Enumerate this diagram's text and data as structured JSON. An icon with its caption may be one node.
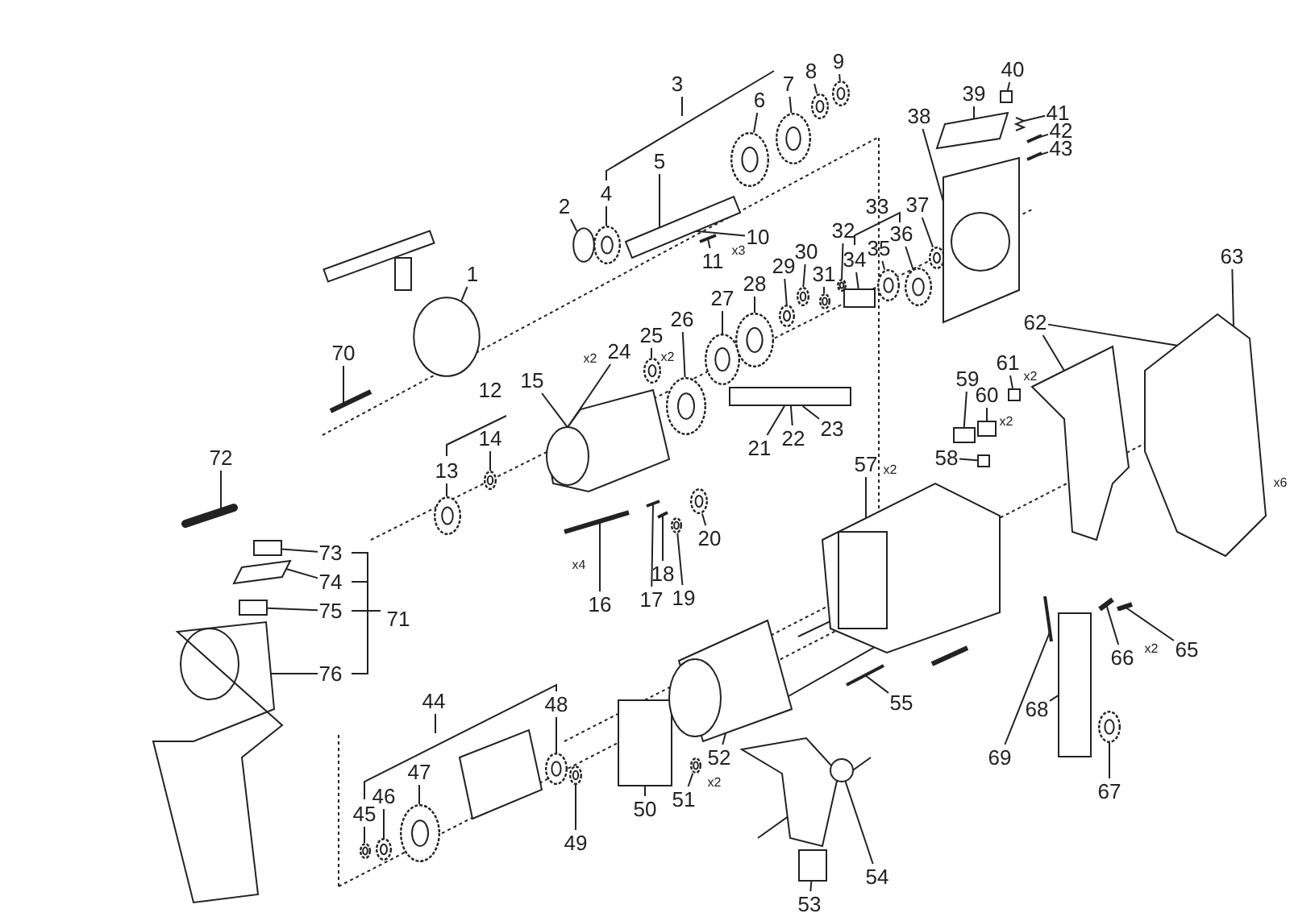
{
  "diagram": {
    "nodes": [
      {
        "text": [
          "1"
        ]
      },
      {
        "text": [
          "2"
        ]
      },
      {
        "text": [
          "3"
        ]
      },
      {
        "text": [
          "4"
        ]
      },
      {
        "text": [
          "5"
        ]
      },
      {
        "text": [
          "6"
        ]
      },
      {
        "text": [
          "7"
        ]
      },
      {
        "text": [
          "8"
        ]
      },
      {
        "text": [
          "9"
        ]
      },
      {
        "text": [
          "10"
        ]
      },
      {
        "text": [
          "11"
        ]
      },
      {
        "text": [
          "12"
        ]
      },
      {
        "text": [
          "13"
        ]
      },
      {
        "text": [
          "14"
        ]
      },
      {
        "text": [
          "15"
        ]
      },
      {
        "text": [
          "16"
        ]
      },
      {
        "text": [
          "17"
        ]
      },
      {
        "text": [
          "18"
        ]
      },
      {
        "text": [
          "19"
        ]
      },
      {
        "text": [
          "20"
        ]
      },
      {
        "text": [
          "21"
        ]
      },
      {
        "text": [
          "22"
        ]
      },
      {
        "text": [
          "23"
        ]
      },
      {
        "text": [
          "24"
        ]
      },
      {
        "text": [
          "25"
        ]
      },
      {
        "text": [
          "26"
        ]
      },
      {
        "text": [
          "27"
        ]
      },
      {
        "text": [
          "28"
        ]
      },
      {
        "text": [
          "29"
        ]
      },
      {
        "text": [
          "30"
        ]
      },
      {
        "text": [
          "31"
        ]
      },
      {
        "text": [
          "32"
        ]
      },
      {
        "text": [
          "33"
        ]
      },
      {
        "text": [
          "34"
        ]
      },
      {
        "text": [
          "35"
        ]
      },
      {
        "text": [
          "36"
        ]
      },
      {
        "text": [
          "37"
        ]
      },
      {
        "text": [
          "38"
        ]
      },
      {
        "text": [
          "39"
        ]
      },
      {
        "text": [
          "40"
        ]
      },
      {
        "text": [
          "41"
        ]
      },
      {
        "text": [
          "42"
        ]
      },
      {
        "text": [
          "43"
        ]
      },
      {
        "text": [
          "44"
        ]
      },
      {
        "text": [
          "45"
        ]
      },
      {
        "text": [
          "46"
        ]
      },
      {
        "text": [
          "47"
        ]
      },
      {
        "text": [
          "48"
        ]
      },
      {
        "text": [
          "49"
        ]
      },
      {
        "text": [
          "50"
        ]
      },
      {
        "text": [
          "51"
        ]
      },
      {
        "text": [
          "52"
        ]
      },
      {
        "text": [
          "53"
        ]
      },
      {
        "text": [
          "54"
        ]
      },
      {
        "text": [
          "55"
        ]
      },
      {
        "text": [
          "57"
        ]
      },
      {
        "text": [
          "58"
        ]
      },
      {
        "text": [
          "59"
        ]
      },
      {
        "text": [
          "60"
        ]
      },
      {
        "text": [
          "61"
        ]
      },
      {
        "text": [
          "62"
        ]
      },
      {
        "text": [
          "63"
        ]
      },
      {
        "text": [
          "65"
        ]
      },
      {
        "text": [
          "66"
        ]
      },
      {
        "text": [
          "67"
        ]
      },
      {
        "text": [
          "68"
        ]
      },
      {
        "text": [
          "69"
        ]
      },
      {
        "text": [
          "70"
        ]
      },
      {
        "text": [
          "71"
        ]
      },
      {
        "text": [
          "72"
        ]
      },
      {
        "text": [
          "73"
        ]
      },
      {
        "text": [
          "74"
        ]
      },
      {
        "text": [
          "75"
        ]
      },
      {
        "text": [
          "76"
        ]
      },
      {
        "text": [],
        "shape": "circle"
      },
      {
        "text": [],
        "shape": "circle"
      },
      {
        "text": [],
        "shape": "circle"
      },
      {
        "text": [],
        "shape": "circle"
      },
      {
        "text": [],
        "shape": "circle"
      },
      {
        "text": [],
        "shape": "circle"
      },
      {
        "text": [],
        "shape": "circle"
      },
      {
        "text": [],
        "shape": "circle"
      },
      {
        "text": [],
        "shape": "circle"
      },
      {
        "text": [],
        "shape": "circle"
      },
      {
        "text": [],
        "shape": "circle"
      },
      {
        "text": [],
        "shape": "circle"
      },
      {
        "text": [],
        "shape": "circle"
      },
      {
        "text": [],
        "shape": "circle"
      },
      {
        "text": [],
        "shape": "circle"
      },
      {
        "text": [],
        "shape": "circle"
      },
      {
        "text": [],
        "shape": "circle"
      },
      {
        "text": [],
        "shape": "box"
      },
      {
        "text": [],
        "shape": "circle"
      },
      {
        "text": [],
        "shape": "circle"
      },
      {
        "text": [],
        "shape": "circle"
      },
      {
        "text": [],
        "shape": "circle"
      },
      {
        "text": [],
        "shape": "circle"
      },
      {
        "text": [],
        "shape": "circle"
      },
      {
        "text": [],
        "shape": "circle"
      },
      {
        "text": [],
        "shape": "circle"
      },
      {
        "text": [],
        "shape": "box"
      },
      {
        "text": [],
        "shape": "circle"
      },
      {
        "text": [],
        "shape": "box"
      },
      {
        "text": [],
        "shape": "box"
      },
      {
        "text": [],
        "shape": "box"
      },
      {
        "text": [],
        "shape": "circle"
      },
      {
        "text": [],
        "shape": "circle"
      },
      {
        "text": [],
        "shape": "circle"
      },
      {
        "text": [],
        "shape": "picture"
      },
      {
        "text": [],
        "shape": "picture"
      },
      {
        "text": [],
        "shape": "picture"
      },
      {
        "text": [],
        "shape": "picture"
      },
      {
        "text": [],
        "shape": "picture"
      },
      {
        "text": [],
        "shape": "picture"
      },
      {
        "text": [],
        "shape": "box"
      },
      {
        "text": [],
        "shape": "picture"
      },
      {
        "text": [],
        "shape": "picture"
      },
      {
        "text": [],
        "shape": "box"
      },
      {
        "text": [],
        "shape": "picture"
      },
      {
        "text": [],
        "shape": "picture"
      },
      {
        "text": [],
        "shape": "picture"
      },
      {
        "text": [],
        "shape": "picture"
      },
      {
        "text": [],
        "shape": "box"
      },
      {
        "text": [],
        "shape": "picture"
      },
      {
        "text": [],
        "shape": "picture"
      },
      {
        "text": [],
        "shape": "picture"
      },
      {
        "text": [],
        "shape": "box"
      },
      {
        "text": [],
        "shape": "picture"
      },
      {
        "text": [],
        "shape": "picture"
      },
      {
        "text": [],
        "shape": "picture"
      },
      {
        "text": [],
        "shape": "picture"
      },
      {
        "text": [],
        "shape": "box"
      },
      {
        "text": [],
        "shape": "picture"
      },
      {
        "text": [],
        "shape": "picture"
      },
      {
        "text": [],
        "shape": "picture"
      },
      {
        "text": [],
        "shape": "box"
      },
      {
        "text": [],
        "shape": "picture"
      },
      {
        "text": [],
        "shape": "box"
      },
      {
        "text": [],
        "shape": "picture"
      }
    ],
    "edges": [
      {
        "from": 0,
        "to": 106,
        "arrow": "none"
      },
      {
        "from": 1,
        "to": 107,
        "arrow": "none"
      },
      {
        "from": 3,
        "to": 74,
        "arrow": "none"
      },
      {
        "from": 4,
        "to": 108,
        "arrow": "none"
      },
      {
        "from": 5,
        "to": 75,
        "arrow": "none"
      },
      {
        "from": 6,
        "to": 76,
        "arrow": "none"
      },
      {
        "from": 7,
        "to": 77,
        "arrow": "none"
      },
      {
        "from": 8,
        "to": 78,
        "arrow": "none"
      },
      {
        "from": 9,
        "to": 108,
        "arrow": "none"
      },
      {
        "from": 10,
        "to": 109,
        "arrow": "none"
      },
      {
        "from": 12,
        "to": 79,
        "arrow": "none"
      },
      {
        "from": 13,
        "to": 80,
        "arrow": "none"
      },
      {
        "from": 14,
        "to": 110,
        "arrow": "none"
      },
      {
        "from": 15,
        "to": 111,
        "arrow": "none"
      },
      {
        "from": 16,
        "to": 112,
        "arrow": "none"
      },
      {
        "from": 17,
        "to": 113,
        "arrow": "none"
      },
      {
        "from": 18,
        "to": 81,
        "arrow": "none"
      },
      {
        "from": 19,
        "to": 82,
        "arrow": "none"
      },
      {
        "from": 20,
        "to": 114,
        "arrow": "none"
      },
      {
        "from": 21,
        "to": 114,
        "arrow": "none"
      },
      {
        "from": 22,
        "to": 114,
        "arrow": "none"
      },
      {
        "from": 23,
        "to": 110,
        "arrow": "none"
      },
      {
        "from": 24,
        "to": 83,
        "arrow": "none"
      },
      {
        "from": 25,
        "to": 84,
        "arrow": "none"
      },
      {
        "from": 26,
        "to": 85,
        "arrow": "none"
      },
      {
        "from": 27,
        "to": 86,
        "arrow": "none"
      },
      {
        "from": 28,
        "to": 87,
        "arrow": "none"
      },
      {
        "from": 29,
        "to": 88,
        "arrow": "none"
      },
      {
        "from": 30,
        "to": 89,
        "arrow": "none"
      },
      {
        "from": 31,
        "to": 90,
        "arrow": "none"
      },
      {
        "from": 33,
        "to": 91,
        "arrow": "none"
      },
      {
        "from": 34,
        "to": 92,
        "arrow": "none"
      },
      {
        "from": 35,
        "to": 93,
        "arrow": "none"
      },
      {
        "from": 36,
        "to": 94,
        "arrow": "none"
      },
      {
        "from": 37,
        "to": 115,
        "arrow": "none"
      },
      {
        "from": 38,
        "to": 116,
        "arrow": "none"
      },
      {
        "from": 39,
        "to": 117,
        "arrow": "none"
      },
      {
        "from": 40,
        "to": 118,
        "arrow": "none"
      },
      {
        "from": 41,
        "to": 119,
        "arrow": "none"
      },
      {
        "from": 42,
        "to": 120,
        "arrow": "none"
      },
      {
        "from": 44,
        "to": 95,
        "arrow": "none"
      },
      {
        "from": 45,
        "to": 96,
        "arrow": "none"
      },
      {
        "from": 46,
        "to": 97,
        "arrow": "none"
      },
      {
        "from": 47,
        "to": 98,
        "arrow": "none"
      },
      {
        "from": 48,
        "to": 99,
        "arrow": "none"
      },
      {
        "from": 49,
        "to": 100,
        "arrow": "none"
      },
      {
        "from": 50,
        "to": 101,
        "arrow": "none"
      },
      {
        "from": 51,
        "to": 121,
        "arrow": "none"
      },
      {
        "from": 52,
        "to": 122,
        "arrow": "none"
      },
      {
        "from": 53,
        "to": 123,
        "arrow": "none"
      },
      {
        "from": 54,
        "to": 124,
        "arrow": "none"
      },
      {
        "from": 55,
        "to": 125,
        "arrow": "none"
      },
      {
        "from": 56,
        "to": 126,
        "arrow": "none"
      },
      {
        "from": 57,
        "to": 102,
        "arrow": "none"
      },
      {
        "from": 58,
        "to": 103,
        "arrow": "none"
      },
      {
        "from": 59,
        "to": 104,
        "arrow": "none"
      },
      {
        "from": 60,
        "to": 127,
        "arrow": "none"
      },
      {
        "from": 60,
        "to": 128,
        "arrow": "none"
      },
      {
        "from": 61,
        "to": 128,
        "arrow": "none"
      },
      {
        "from": 62,
        "to": 129,
        "arrow": "none"
      },
      {
        "from": 63,
        "to": 130,
        "arrow": "none"
      },
      {
        "from": 64,
        "to": 105,
        "arrow": "none"
      },
      {
        "from": 65,
        "to": 131,
        "arrow": "none"
      },
      {
        "from": 66,
        "to": 132,
        "arrow": "none"
      },
      {
        "from": 67,
        "to": 133,
        "arrow": "none"
      },
      {
        "from": 69,
        "to": 134,
        "arrow": "none"
      },
      {
        "from": 70,
        "to": 135,
        "arrow": "none"
      },
      {
        "from": 71,
        "to": 136,
        "arrow": "none"
      },
      {
        "from": 72,
        "to": 137,
        "arrow": "none"
      },
      {
        "from": 73,
        "to": 138,
        "arrow": "none"
      }
    ],
    "labels": [
      "x3",
      "x2",
      "x2",
      "x4",
      "x2",
      "x2",
      "x2",
      "x6",
      "x2",
      "x2"
    ]
  }
}
